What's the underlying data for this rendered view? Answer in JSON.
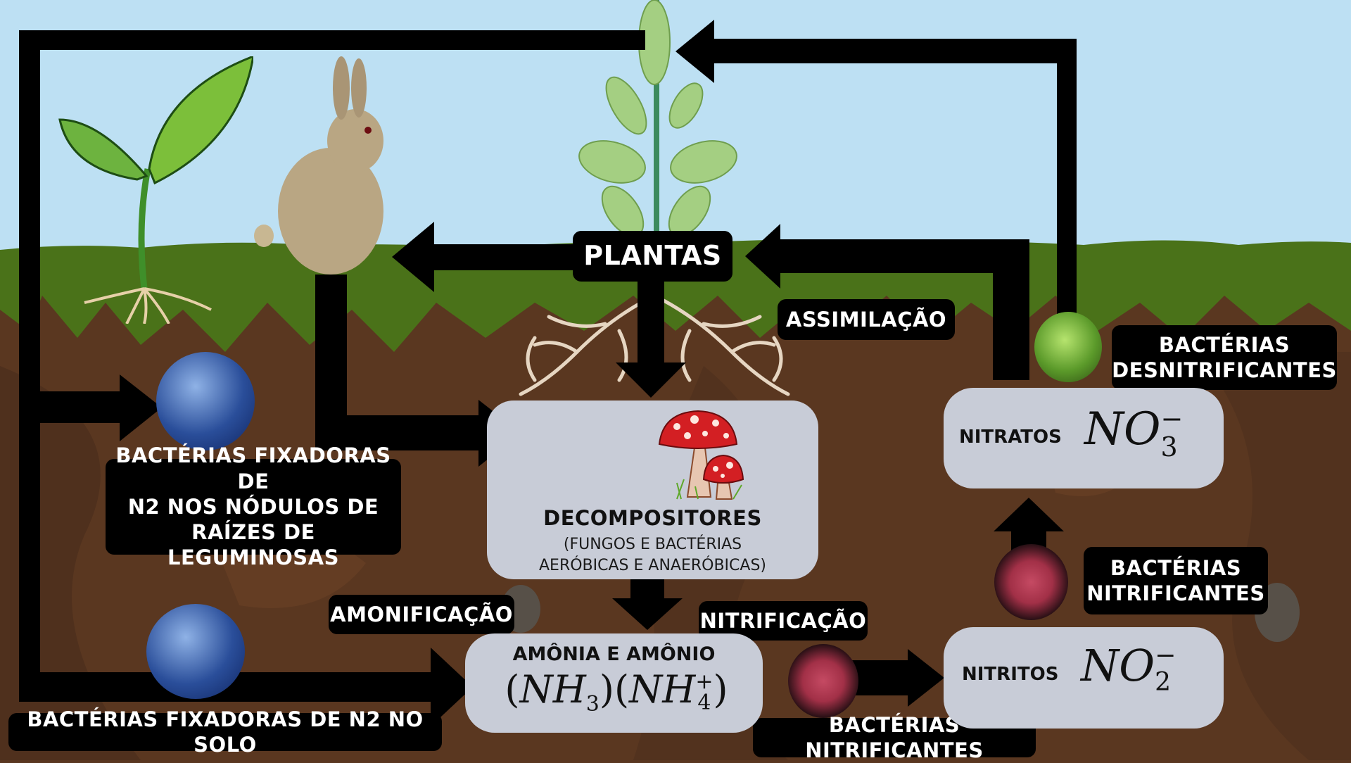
{
  "title": "Ciclo do Nitrogênio",
  "labels": {
    "plantas": "PLANTAS",
    "assimilacao": "ASSIMILAÇÃO",
    "desnitrificantes_line1": "BACTÉRIAS",
    "desnitrificantes_line2": "DESNITRIFICANTES",
    "fixadoras_nodulos_line1": "BACTÉRIAS FIXADORAS DE",
    "fixadoras_nodulos_line2": "N2 NOS NÓDULOS DE",
    "fixadoras_nodulos_line3": "RAÍZES DE LEGUMINOSAS",
    "fixadoras_solo": "BACTÉRIAS FIXADORAS DE N2 NO SOLO",
    "amonificacao": "AMONIFICAÇÃO",
    "nitrificacao": "NITRIFICAÇÃO",
    "nitrificantes_bottom": "BACTÉRIAS NITRIFICANTES",
    "nitrificantes_right_line1": "BACTÉRIAS",
    "nitrificantes_right_line2": "NITRIFICANTES"
  },
  "boxes": {
    "decompositores": {
      "title": "DECOMPOSITORES",
      "subtitle_line1": "(FUNGOS E BACTÉRIAS",
      "subtitle_line2": "AERÓBICAS E ANAERÓBICAS)"
    },
    "amonia": {
      "title": "AMÔNIA E AMÔNIO",
      "formula1_base": "NH",
      "formula1_sub": "3",
      "formula2_base": "NH",
      "formula2_sub": "4",
      "formula2_sup": "+"
    },
    "nitritos": {
      "title": "NITRITOS",
      "formula_base": "NO",
      "formula_sub": "2",
      "formula_sup": "−"
    },
    "nitratos": {
      "title": "NITRATOS",
      "formula_base": "NO",
      "formula_sub": "3",
      "formula_sup": "−"
    }
  },
  "illustrations": {
    "seedling": "seedling-plant",
    "rabbit": "rabbit",
    "tall_plant": "tall-plant",
    "roots": "plant-roots",
    "mushroom": "red-mushroom",
    "bacteria_blue": "blue-bacteria",
    "bacteria_cyan": "cyan-bacteria",
    "bacteria_pink": "pink-bacteria",
    "bacteria_green": "green-bacteria"
  },
  "colors": {
    "sky": "#bde0f3",
    "grass": "#4a7219",
    "grass_dark": "#3f6218",
    "soil": "#5a3720",
    "soil_dark": "#4a2d1c",
    "box_bg": "#c8ccd7",
    "label_bg": "#000000",
    "label_text": "#ffffff"
  }
}
